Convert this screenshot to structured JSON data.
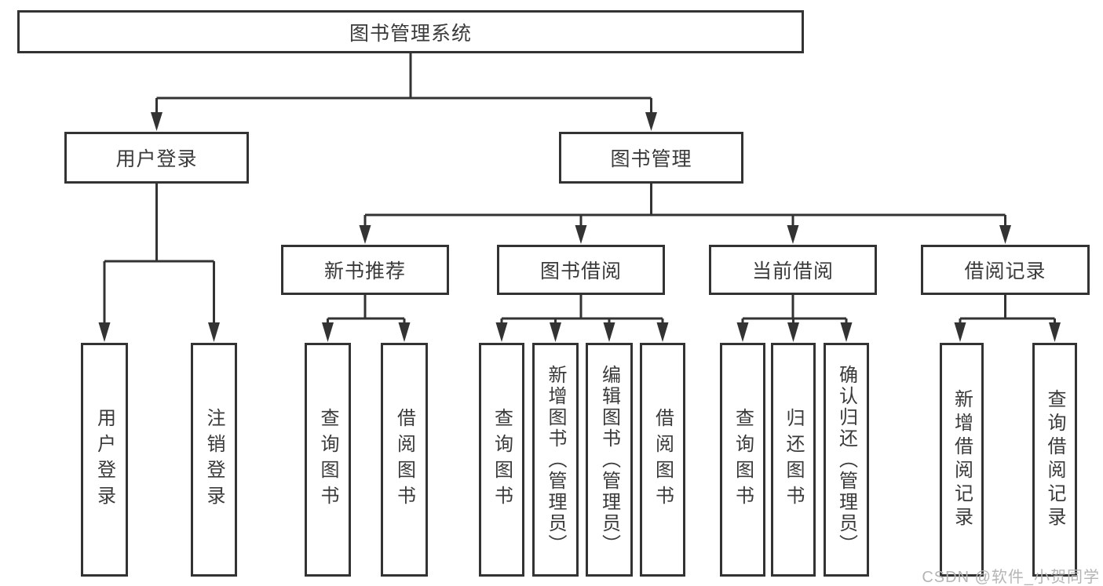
{
  "watermark": "CSDN @软件_小贺同学",
  "colors": {
    "line": "#333333",
    "text": "#3a3a3a",
    "watermark": "#b5b5b5",
    "background": "#ffffff"
  },
  "tree": {
    "root": {
      "label": "图书管理系统",
      "children": [
        {
          "label": "用户登录",
          "children": [
            {
              "label": "用户登录"
            },
            {
              "label": "注销登录"
            }
          ]
        },
        {
          "label": "图书管理",
          "children": [
            {
              "label": "新书推荐",
              "children": [
                {
                  "label": "查询图书"
                },
                {
                  "label": "借阅图书"
                }
              ]
            },
            {
              "label": "图书借阅",
              "children": [
                {
                  "label": "查询图书"
                },
                {
                  "label": "新增图书（管理员）"
                },
                {
                  "label": "编辑图书（管理员）"
                },
                {
                  "label": "借阅图书"
                }
              ]
            },
            {
              "label": "当前借阅",
              "children": [
                {
                  "label": "查询图书"
                },
                {
                  "label": "归还图书"
                },
                {
                  "label": "确认归还（管理员）"
                }
              ]
            },
            {
              "label": "借阅记录",
              "children": [
                {
                  "label": "新增借阅记录"
                },
                {
                  "label": "查询借阅记录"
                }
              ]
            }
          ]
        }
      ]
    }
  }
}
